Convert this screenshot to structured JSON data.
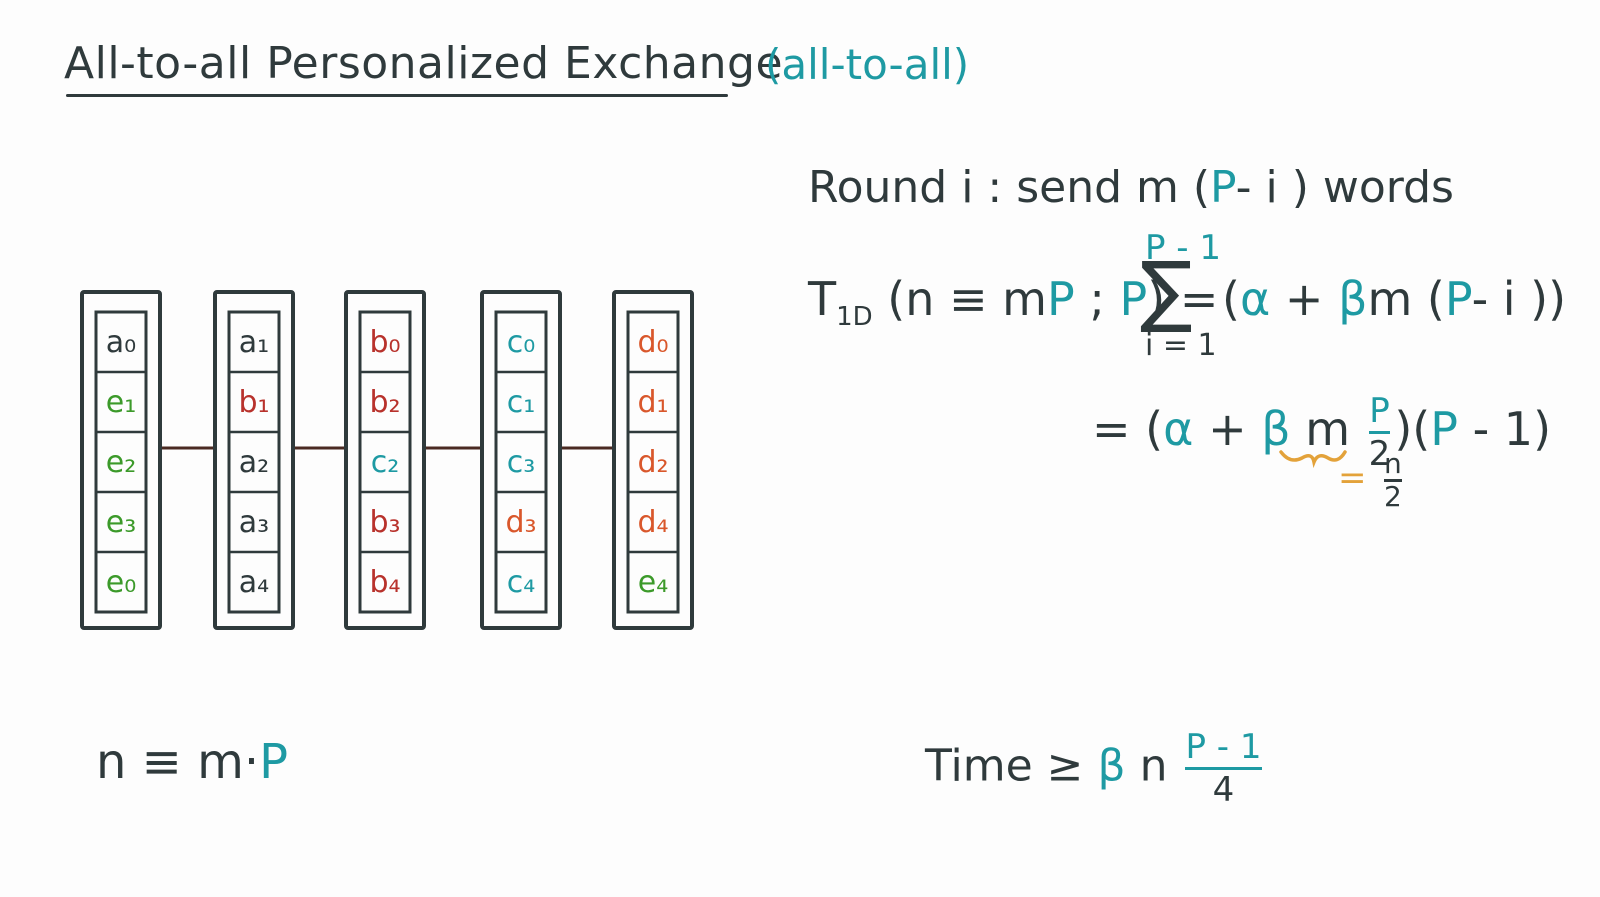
{
  "title": "All-to-all Personalized Exchange",
  "subtitle": "(all-to-all)",
  "round_line": {
    "prefix": "Round  i :  send   m (",
    "p": "P",
    "middle": "- i ) words"
  },
  "t1d": {
    "t": "T",
    "sub": "1D",
    "open": "(n ≡ m",
    "p1": "P",
    "semi": " ; ",
    "p2": "P",
    "close": ") =",
    "sum_upper": "P - 1",
    "sum_sigma": "∑",
    "sum_lower": "i = 1",
    "rhs_open": "(",
    "alpha": "α",
    "plus": " + ",
    "beta": "β",
    "m": "m (",
    "p3": "P",
    "rhs_close": "- i ))"
  },
  "eq2": {
    "eq_open": "= (",
    "alpha": "α",
    "plus": " + ",
    "beta": "β",
    "m": " m",
    "frac_num": "P",
    "frac_den": "2",
    "close": ")(",
    "p": "P",
    "tail": " - 1)"
  },
  "note": {
    "eq": "=",
    "num": "n",
    "den": "2"
  },
  "time": {
    "label": "Time ≥ ",
    "beta": "β",
    "n": " n ",
    "num": "P - 1",
    "den": "4"
  },
  "n_def": {
    "left": "n ≡ m·",
    "p": "P"
  },
  "colors": {
    "ink": "#2f3a3c",
    "teal": "#1e9aa3",
    "orange": "#e3a23a",
    "green": "#3c9a2a",
    "red": "#b8322c",
    "orange_red": "#d9572b",
    "link": "#4a2a22"
  },
  "nodes": [
    {
      "cells": [
        {
          "text": "a₀",
          "color": "ink"
        },
        {
          "text": "e₁",
          "color": "green"
        },
        {
          "text": "e₂",
          "color": "green"
        },
        {
          "text": "e₃",
          "color": "green"
        },
        {
          "text": "e₀",
          "color": "green"
        }
      ]
    },
    {
      "cells": [
        {
          "text": "a₁",
          "color": "ink"
        },
        {
          "text": "b₁",
          "color": "red"
        },
        {
          "text": "a₂",
          "color": "ink"
        },
        {
          "text": "a₃",
          "color": "ink"
        },
        {
          "text": "a₄",
          "color": "ink"
        }
      ]
    },
    {
      "cells": [
        {
          "text": "b₀",
          "color": "red"
        },
        {
          "text": "b₂",
          "color": "red"
        },
        {
          "text": "c₂",
          "color": "teal"
        },
        {
          "text": "b₃",
          "color": "red"
        },
        {
          "text": "b₄",
          "color": "red"
        }
      ]
    },
    {
      "cells": [
        {
          "text": "c₀",
          "color": "teal"
        },
        {
          "text": "c₁",
          "color": "teal"
        },
        {
          "text": "c₃",
          "color": "teal"
        },
        {
          "text": "d₃",
          "color": "orange_red"
        },
        {
          "text": "c₄",
          "color": "teal"
        }
      ]
    },
    {
      "cells": [
        {
          "text": "d₀",
          "color": "orange_red"
        },
        {
          "text": "d₁",
          "color": "orange_red"
        },
        {
          "text": "d₂",
          "color": "orange_red"
        },
        {
          "text": "d₄",
          "color": "orange_red"
        },
        {
          "text": "e₄",
          "color": "green"
        }
      ]
    }
  ]
}
